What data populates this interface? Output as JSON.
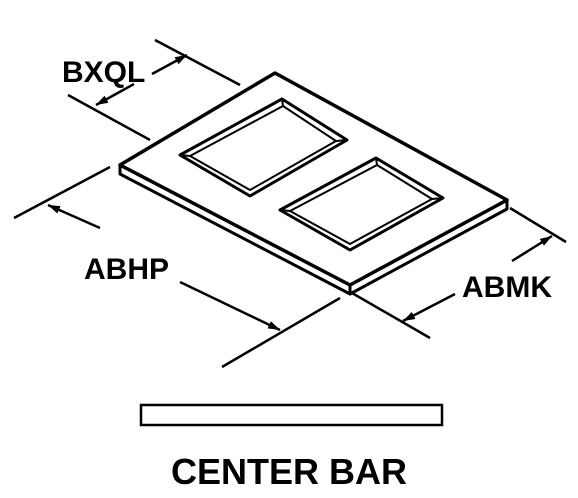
{
  "dimensions": {
    "bxql": "BXQL",
    "abhp": "ABHP",
    "abmk": "ABMK"
  },
  "title": "CENTER BAR",
  "colors": {
    "ink": "#000000",
    "background": "#ffffff"
  }
}
